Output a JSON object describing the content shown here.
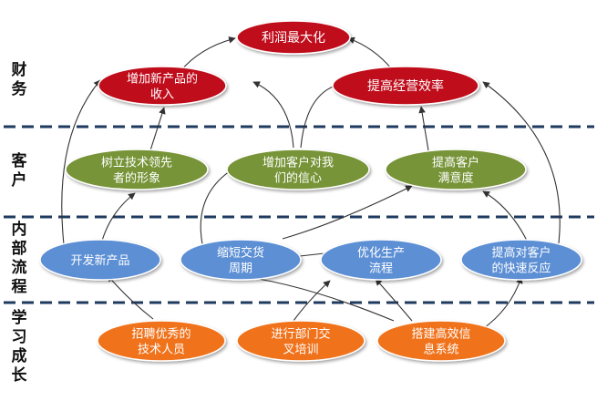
{
  "lanes": [
    {
      "id": "finance",
      "label_chars": [
        "财",
        "务"
      ]
    },
    {
      "id": "customer",
      "label_chars": [
        "客",
        "户"
      ]
    },
    {
      "id": "internal",
      "label_chars": [
        "内",
        "部",
        "流",
        "程"
      ]
    },
    {
      "id": "learning",
      "label_chars": [
        "学",
        "习",
        "成",
        "长"
      ]
    }
  ],
  "colors": {
    "finance": "#c0111b",
    "customer": "#779438",
    "internal": "#5b8fd4",
    "learning": "#f0731c",
    "divider": "#1f3a5f",
    "arrow": "#333333"
  },
  "nodes": {
    "profit": {
      "lines": [
        "利润最大化"
      ]
    },
    "new_revenue": {
      "lines": [
        "增加新产品的",
        "收入"
      ]
    },
    "efficiency": {
      "lines": [
        "提高经营效率"
      ]
    },
    "tech_image": {
      "lines": [
        "树立技术领先",
        "者的形象"
      ]
    },
    "confidence": {
      "lines": [
        "增加客户对我",
        "们的信心"
      ]
    },
    "satisfaction": {
      "lines": [
        "提高客户",
        "满意度"
      ]
    },
    "develop": {
      "lines": [
        "开发新产品"
      ]
    },
    "shorten": {
      "lines": [
        "缩短交货",
        "周期"
      ]
    },
    "optimize": {
      "lines": [
        "优化生产",
        "流程"
      ]
    },
    "respond": {
      "lines": [
        "提高对客户",
        "的快速反应"
      ]
    },
    "recruit": {
      "lines": [
        "招聘优秀的",
        "技术人员"
      ]
    },
    "training": {
      "lines": [
        "进行部门交",
        "叉培训"
      ]
    },
    "infosys": {
      "lines": [
        "搭建高效信",
        "息系统"
      ]
    }
  }
}
